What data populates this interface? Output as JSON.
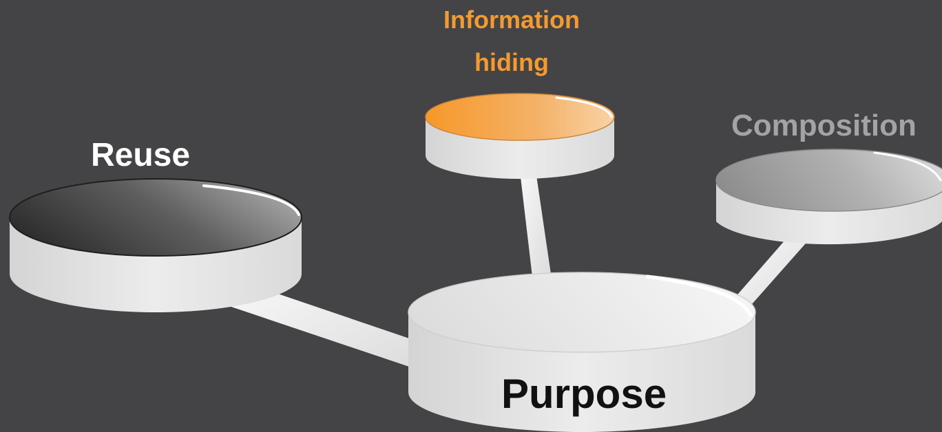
{
  "diagram": {
    "center_node": {
      "label": "Purpose",
      "top_color": "#EBEBEB"
    },
    "nodes": [
      {
        "id": "information-hiding",
        "label_lines": [
          "Information",
          "hiding"
        ],
        "top_color": "#F49B2F",
        "label_color": "#F49B2F"
      },
      {
        "id": "reuse",
        "label": "Reuse",
        "top_color": "#3A3A3A",
        "label_color": "#FFFFFF"
      },
      {
        "id": "composition",
        "label": "Composition",
        "top_color": "#9E9E9E",
        "label_color": "#A3A3A3"
      }
    ],
    "connectors": [
      {
        "from": "purpose",
        "to": "information-hiding"
      },
      {
        "from": "purpose",
        "to": "reuse"
      },
      {
        "from": "purpose",
        "to": "composition"
      }
    ],
    "colors": {
      "background": "#444346",
      "disk_side": "#E2E2E2",
      "connector": "#EEEEEE"
    }
  }
}
